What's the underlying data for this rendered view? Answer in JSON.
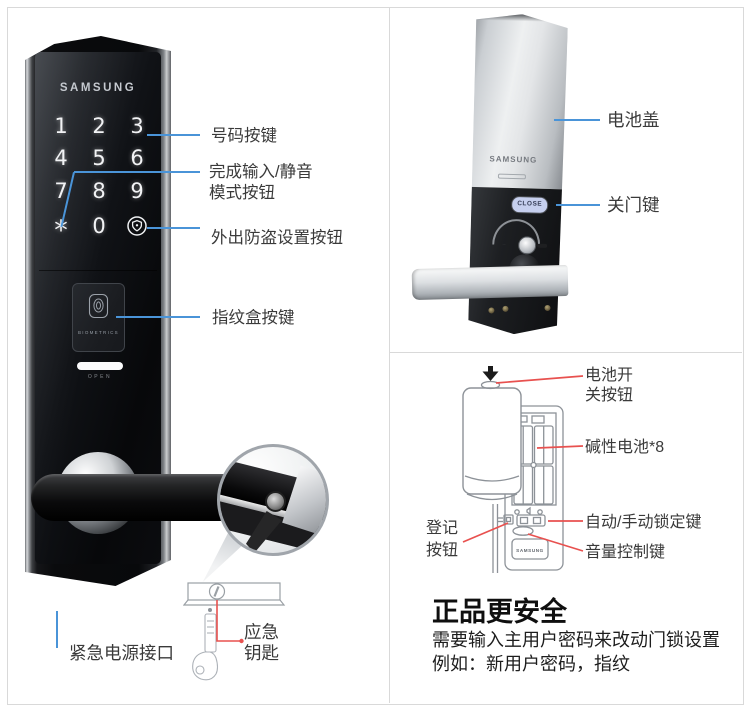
{
  "colors": {
    "leader_blue": "#4a94d8",
    "leader_red": "#e8514f",
    "background": "#ffffff"
  },
  "front_view": {
    "brand": "SAMSUNG",
    "keypad_keys": [
      "1",
      "2",
      "3",
      "4",
      "5",
      "6",
      "7",
      "8",
      "9",
      "*",
      "0"
    ],
    "fingerprint_text": "BIOMETRICS",
    "open_text": "OPEN",
    "labels": {
      "number_keys": "号码按键",
      "enter_mute_1": "完成输入/静音",
      "enter_mute_2": "模式按钮",
      "away_security": "外出防盗设置按钮",
      "fingerprint_cover": "指纹盒按键",
      "emergency_power": "紧急电源接口",
      "emergency_key_1": "应急",
      "emergency_key_2": "钥匙"
    }
  },
  "back_view": {
    "brand": "SAMSUNG",
    "close_button": "CLOSE",
    "labels": {
      "battery_cover": "电池盖",
      "close_key": "关门键"
    }
  },
  "battery_diagram": {
    "brand": "SAMSUNG",
    "labels": {
      "battery_switch_1": "电池开",
      "battery_switch_2": "关按钮",
      "alkaline_battery": "碱性电池*8",
      "register_1": "登记",
      "register_2": "按钮",
      "auto_manual_lock": "自动/手动锁定键",
      "volume_control": "音量控制键"
    }
  },
  "promo": {
    "title": "正品更安全",
    "line1": "需要输入主用户密码来改动门锁设置",
    "line2": "例如：新用户密码，指纹"
  }
}
